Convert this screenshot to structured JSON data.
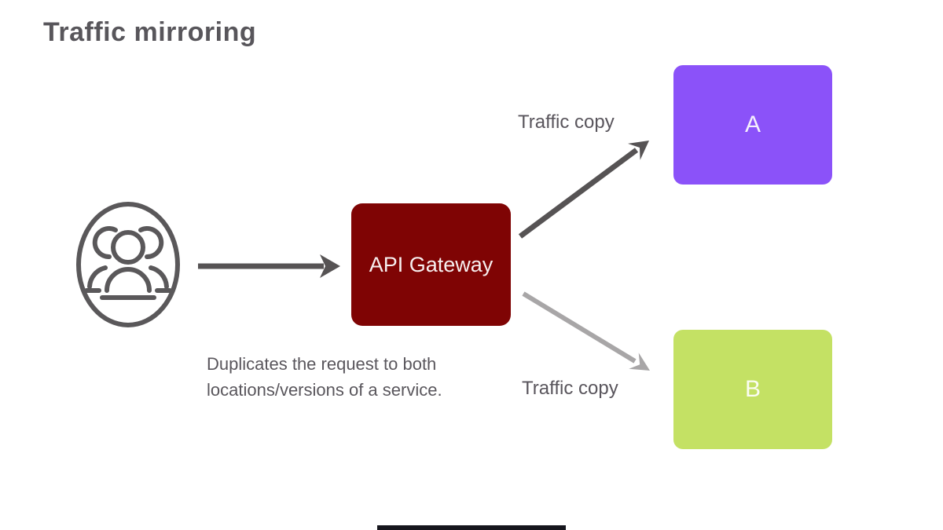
{
  "title": "Traffic mirroring",
  "colors": {
    "title_text": "#58565b",
    "body_text": "#59565c",
    "gateway_bg": "#7f0404",
    "gateway_text": "#f7efef",
    "service_a_bg": "#8b52f9",
    "service_b_bg": "#c4e164",
    "service_text": "#ffffff",
    "arrow_dark": "#565354",
    "arrow_light": "#a8a6a7",
    "icon_stroke": "#5a585a",
    "bottom_bar": "#16161d"
  },
  "diagram": {
    "source": {
      "icon": "users-group-icon"
    },
    "gateway": {
      "label": "API Gateway"
    },
    "services": [
      {
        "label": "A"
      },
      {
        "label": "B"
      }
    ],
    "arrows": [
      {
        "name": "client-to-gateway",
        "label": ""
      },
      {
        "name": "gateway-to-service-a",
        "label": "Traffic copy"
      },
      {
        "name": "gateway-to-service-b",
        "label": "Traffic copy"
      }
    ],
    "caption_line1": "Duplicates the request to both",
    "caption_line2": "locations/versions of a service."
  }
}
